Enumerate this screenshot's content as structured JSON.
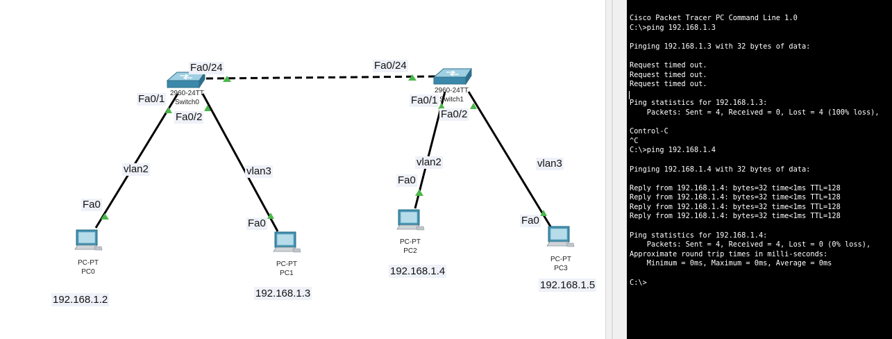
{
  "topology": {
    "switches": [
      {
        "model": "2960-24TT",
        "name": "Switch0"
      },
      {
        "model": "2960-24TT",
        "name": "Switch1"
      }
    ],
    "pcs": [
      {
        "model": "PC-PT",
        "name": "PC0",
        "ip": "192.168.1.2"
      },
      {
        "model": "PC-PT",
        "name": "PC1",
        "ip": "192.168.1.3"
      },
      {
        "model": "PC-PT",
        "name": "PC2",
        "ip": "192.168.1.4"
      },
      {
        "model": "PC-PT",
        "name": "PC3",
        "ip": "192.168.1.5"
      }
    ],
    "ports": {
      "sw0_trunk": "Fa0/24",
      "sw1_trunk": "Fa0/24",
      "sw0_p1": "Fa0/1",
      "sw0_p2": "Fa0/2",
      "sw1_p1": "Fa0/1",
      "sw1_p2": "Fa0/2",
      "pc0": "Fa0",
      "pc1": "Fa0",
      "pc2": "Fa0",
      "pc3": "Fa0"
    },
    "vlans": {
      "pc0_link": "vlan2",
      "pc1_link": "vlan3",
      "pc2_link": "vlan2",
      "pc3_link": "vlan3"
    },
    "link_light_color": "#4bb84b"
  },
  "terminal": {
    "lines": [
      "Cisco Packet Tracer PC Command Line 1.0",
      "C:\\>ping 192.168.1.3",
      "",
      "Pinging 192.168.1.3 with 32 bytes of data:",
      "",
      "Request timed out.",
      "Request timed out.",
      "Request timed out.",
      "",
      "Ping statistics for 192.168.1.3:",
      "    Packets: Sent = 4, Received = 0, Lost = 4 (100% loss),",
      "",
      "Control-C",
      "^C",
      "C:\\>ping 192.168.1.4",
      "",
      "Pinging 192.168.1.4 with 32 bytes of data:",
      "",
      "Reply from 192.168.1.4: bytes=32 time<1ms TTL=128",
      "Reply from 192.168.1.4: bytes=32 time<1ms TTL=128",
      "Reply from 192.168.1.4: bytes=32 time<1ms TTL=128",
      "Reply from 192.168.1.4: bytes=32 time<1ms TTL=128",
      "",
      "Ping statistics for 192.168.1.4:",
      "    Packets: Sent = 4, Received = 4, Lost = 0 (0% loss),",
      "Approximate round trip times in milli-seconds:",
      "    Minimum = 0ms, Maximum = 0ms, Average = 0ms",
      "",
      "C:\\>"
    ]
  }
}
